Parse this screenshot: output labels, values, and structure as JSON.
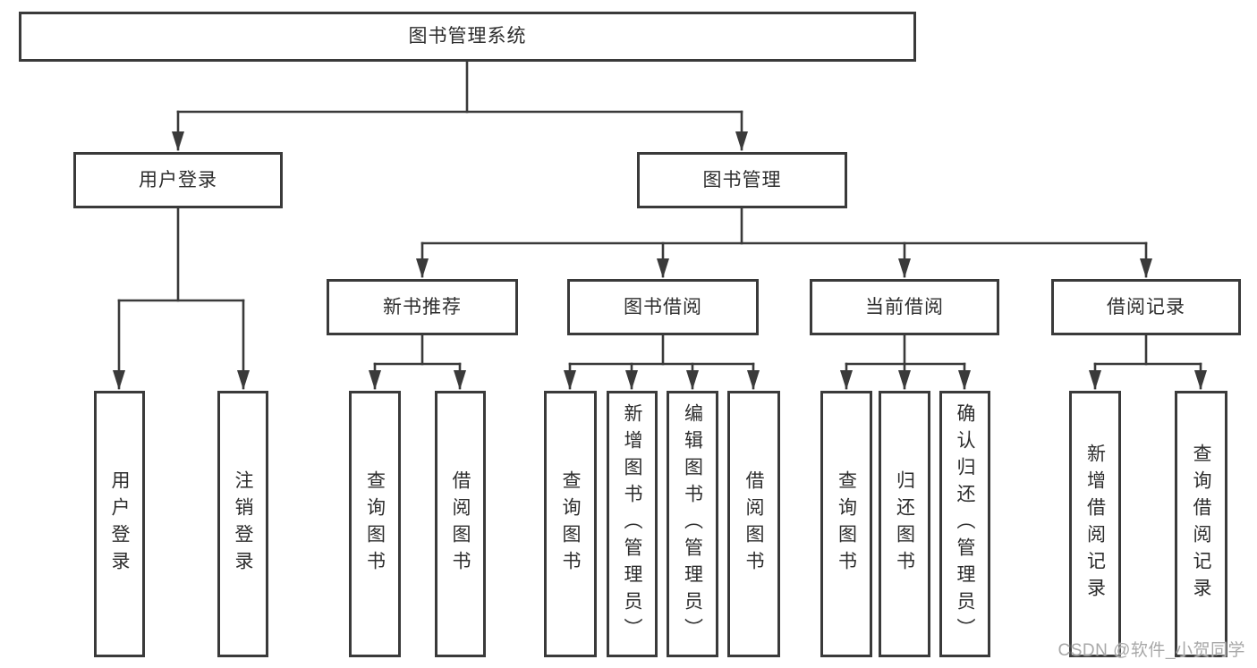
{
  "nodes": {
    "root": "图书管理系统",
    "user_login": "用户登录",
    "book_mgmt": "图书管理",
    "new_books": "新书推荐",
    "book_borrow": "图书借阅",
    "current_borrow": "当前借阅",
    "borrow_records": "借阅记录",
    "leaves": {
      "user_login": [
        "用户登录",
        "注销登录"
      ],
      "new_books": [
        "查询图书",
        "借阅图书"
      ],
      "book_borrow": [
        "查询图书",
        "新增图书（管理员）",
        "编辑图书（管理员）",
        "借阅图书"
      ],
      "current_borrow": [
        "查询图书",
        "归还图书",
        "确认归还（管理员）"
      ],
      "borrow_records": [
        "新增借阅记录",
        "查询借阅记录"
      ]
    }
  },
  "watermark": "CSDN @软件_小贺同学",
  "colors": {
    "line": "#3a3a3a",
    "text": "#2d2d2d",
    "watermark": "#a8a8a8",
    "box_bg": "#ffffff",
    "page_bg": "#ffffff"
  }
}
